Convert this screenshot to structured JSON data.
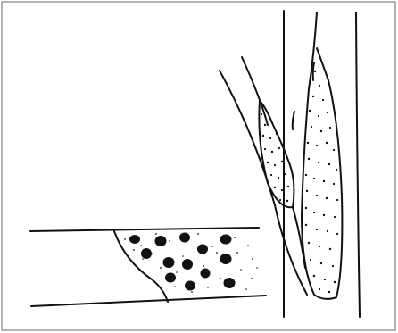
{
  "figure": {
    "background": "#ffffff",
    "ink_color": "#111111",
    "frame_color": "#9a9a9a",
    "components": [
      "horizontal-branch-cross-section",
      "vertical-branch-fork",
      "dotted-pith-regions",
      "large-dot-pattern"
    ]
  }
}
